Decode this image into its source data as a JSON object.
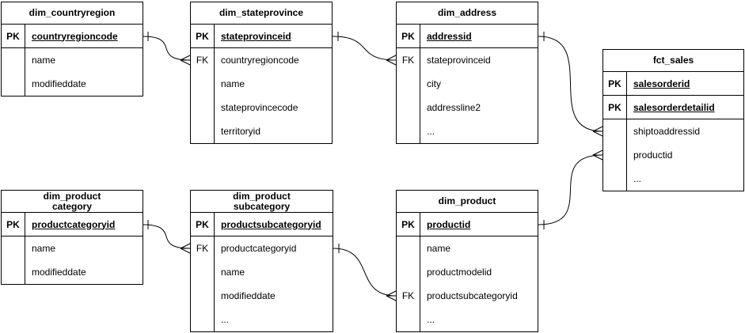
{
  "diagram": {
    "type": "entity-relationship",
    "background_color": "#ffffff",
    "line_color": "#000000",
    "text_color": "#000000",
    "notation": "crow-foot"
  },
  "tables": [
    {
      "title_lines": [
        "dim_countryregion"
      ],
      "rows": [
        {
          "key": "PK",
          "name": "countryregioncode"
        },
        {
          "key": "",
          "name": "name"
        },
        {
          "key": "",
          "name": "modifieddate"
        }
      ]
    },
    {
      "title_lines": [
        "dim_stateprovince"
      ],
      "rows": [
        {
          "key": "PK",
          "name": "stateprovinceid"
        },
        {
          "key": "FK",
          "name": "countryregioncode"
        },
        {
          "key": "",
          "name": "name"
        },
        {
          "key": "",
          "name": "stateprovincecode"
        },
        {
          "key": "",
          "name": "territoryid"
        }
      ]
    },
    {
      "title_lines": [
        "dim_address"
      ],
      "rows": [
        {
          "key": "PK",
          "name": "addressid"
        },
        {
          "key": "FK",
          "name": "stateprovinceid"
        },
        {
          "key": "",
          "name": "city"
        },
        {
          "key": "",
          "name": "addressline2"
        },
        {
          "key": "",
          "name": "..."
        }
      ]
    },
    {
      "title_lines": [
        "fct_sales"
      ],
      "rows": [
        {
          "key": "PK",
          "name": "salesorderid"
        },
        {
          "key": "PK",
          "name": "salesorderdetailid"
        },
        {
          "key": "",
          "name": "shiptoaddressid"
        },
        {
          "key": "",
          "name": "productid"
        },
        {
          "key": "",
          "name": "..."
        }
      ]
    },
    {
      "title_lines": [
        "dim_product",
        "category"
      ],
      "rows": [
        {
          "key": "PK",
          "name": "productcategoryid"
        },
        {
          "key": "",
          "name": "name"
        },
        {
          "key": "",
          "name": "modifieddate"
        }
      ]
    },
    {
      "title_lines": [
        "dim_product",
        "subcategory"
      ],
      "rows": [
        {
          "key": "PK",
          "name": "productsubcategoryid"
        },
        {
          "key": "FK",
          "name": "productcategoryid"
        },
        {
          "key": "",
          "name": "name"
        },
        {
          "key": "",
          "name": "modifieddate"
        },
        {
          "key": "",
          "name": "..."
        }
      ]
    },
    {
      "title_lines": [
        "dim_product"
      ],
      "rows": [
        {
          "key": "PK",
          "name": "productid"
        },
        {
          "key": "",
          "name": "name"
        },
        {
          "key": "",
          "name": "productmodelid"
        },
        {
          "key": "FK",
          "name": "productsubcategoryid"
        },
        {
          "key": "",
          "name": "..."
        }
      ]
    }
  ],
  "relationships": [
    {
      "from_table": "dim_countryregion",
      "from_field": "countryregioncode",
      "to_table": "dim_stateprovince",
      "to_field": "countryregioncode",
      "cardinality": "one-to-many"
    },
    {
      "from_table": "dim_stateprovince",
      "from_field": "stateprovinceid",
      "to_table": "dim_address",
      "to_field": "stateprovinceid",
      "cardinality": "one-to-many"
    },
    {
      "from_table": "dim_address",
      "from_field": "addressid",
      "to_table": "fct_sales",
      "to_field": "shiptoaddressid",
      "cardinality": "one-to-many"
    },
    {
      "from_table": "dim_product",
      "from_field": "productid",
      "to_table": "fct_sales",
      "to_field": "productid",
      "cardinality": "one-to-many"
    },
    {
      "from_table": "dim_product category",
      "from_field": "productcategoryid",
      "to_table": "dim_product subcategory",
      "to_field": "productcategoryid",
      "cardinality": "one-to-many"
    },
    {
      "from_table": "dim_product subcategory",
      "from_field": "productsubcategoryid",
      "to_table": "dim_product",
      "to_field": "productsubcategoryid",
      "cardinality": "one-to-many"
    }
  ]
}
